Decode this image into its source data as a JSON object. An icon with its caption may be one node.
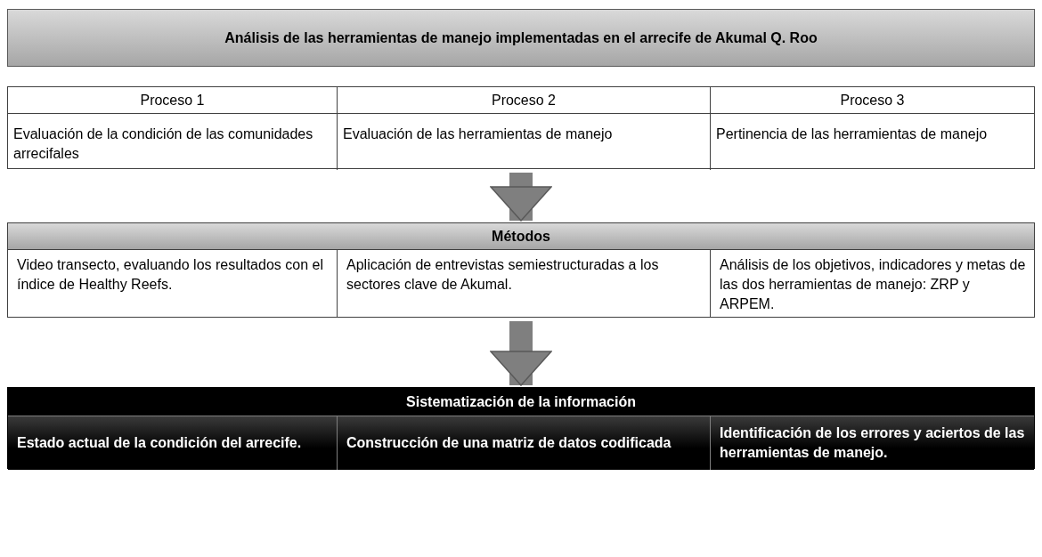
{
  "diagram": {
    "nodes": [
      {
        "text": [
          "Análisis de las herramientas de manejo implementadas en el arrecife de Akumal Q. Roo"
        ]
      },
      {
        "text": [],
        "shape": "box"
      },
      {
        "text": [
          "Proceso 1",
          "Evaluación de la condición de las comunidades arrecifales"
        ],
        "in": 1
      },
      {
        "text": [
          "Proceso 2",
          "Evaluación de las herramientas de manejo"
        ],
        "in": 1
      },
      {
        "text": [
          "Proceso 3",
          "Pertinencia de las herramientas de manejo"
        ],
        "in": 1
      },
      {
        "text": [
          "Métodos"
        ]
      },
      {
        "text": [
          "Video transecto, evaluando los resultados con el índice de Healthy Reefs."
        ],
        "in": 5
      },
      {
        "text": [
          "Aplicación de entrevistas semiestructuradas a los sectores clave de Akumal."
        ],
        "in": 5
      },
      {
        "text": [
          "Análisis de los objetivos, indicadores y metas  de las dos herramientas de manejo: ZRP y ARPEM."
        ],
        "in": 5
      },
      {
        "text": [
          "Sistematización de la información"
        ]
      },
      {
        "text": [
          "Estado actual de la condición del arrecife."
        ],
        "in": 9
      },
      {
        "text": [
          "Construcción de una matriz de datos codificada"
        ],
        "in": 9
      },
      {
        "text": [
          "Identificación de los errores y aciertos de las herramientas de manejo."
        ],
        "in": 9
      }
    ],
    "edges": [
      {
        "from": 1,
        "to": 5,
        "arrow": "to"
      },
      {
        "from": 5,
        "to": 9,
        "arrow": "to"
      }
    ]
  }
}
